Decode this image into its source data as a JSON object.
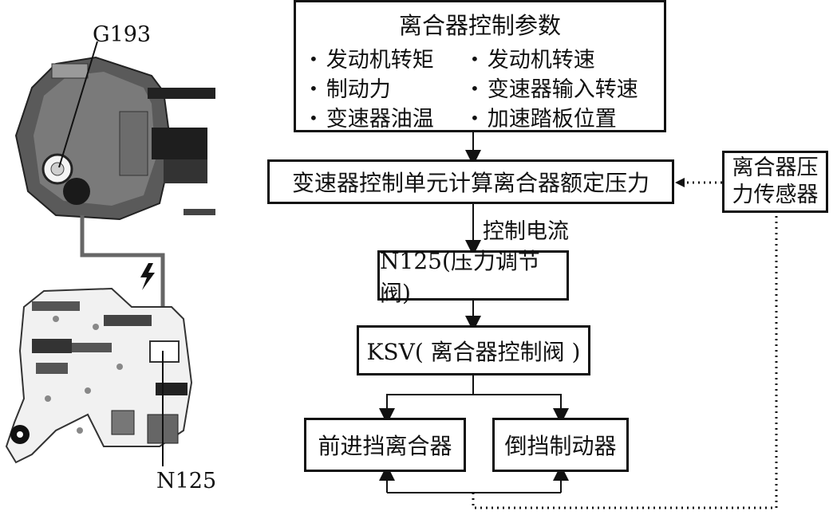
{
  "params": {
    "title": "离合器控制参数",
    "items": [
      "发动机转矩",
      "发动机转速",
      "制动力",
      "变速器输入转速",
      "变速器油温",
      "加速踏板位置"
    ],
    "bullet": "•"
  },
  "tcu_box": "变速器控制单元计算离合器额定压力",
  "sensor_box": {
    "line1": "离合器压",
    "line2": "力传感器"
  },
  "control_current": "控制电流",
  "n125_box": "N125(压力调节阀)",
  "ksv_box": "KSV( 离合器控制阀 )",
  "forward_clutch": "前进挡离合器",
  "reverse_brake": "倒挡制动器",
  "left_labels": {
    "g193": "G193",
    "n125": "N125",
    "signal_icon": "lightning-bolt"
  }
}
